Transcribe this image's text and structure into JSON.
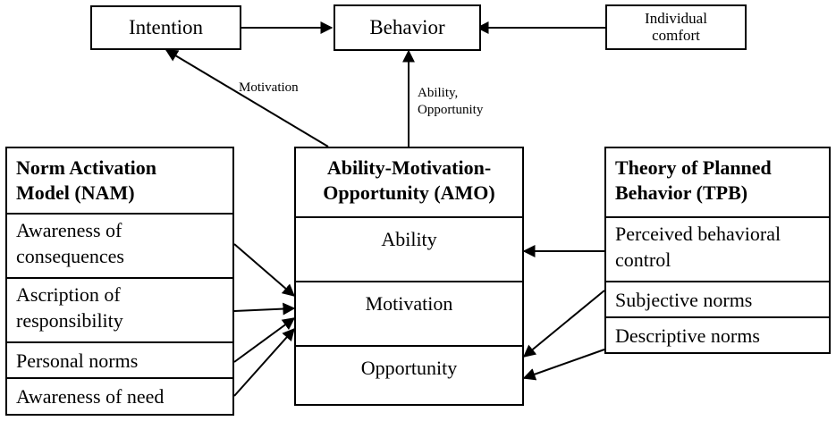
{
  "top": {
    "intention": "Intention",
    "behavior": "Behavior",
    "comfort_line1": "Individual",
    "comfort_line2": "comfort"
  },
  "annotations": {
    "motivation": "Motivation",
    "ability_line1": "Ability,",
    "ability_line2": "Opportunity"
  },
  "nam": {
    "title_line1": "Norm Activation",
    "title_line2": "Model (NAM)",
    "items": [
      {
        "line1": "Awareness of",
        "line2": "consequences"
      },
      {
        "line1": "Ascription of",
        "line2": "responsibility"
      },
      {
        "line1": "Personal norms",
        "line2": ""
      },
      {
        "line1": "Awareness of need",
        "line2": ""
      }
    ]
  },
  "amo": {
    "title_line1": "Ability-Motivation-",
    "title_line2": "Opportunity (AMO)",
    "items": [
      "Ability",
      "Motivation",
      "Opportunity"
    ]
  },
  "tpb": {
    "title_line1": "Theory of Planned",
    "title_line2": "Behavior (TPB)",
    "items": [
      {
        "line1": "Perceived behavioral",
        "line2": "control"
      },
      {
        "line1": "Subjective norms",
        "line2": ""
      },
      {
        "line1": "Descriptive norms",
        "line2": ""
      }
    ]
  }
}
